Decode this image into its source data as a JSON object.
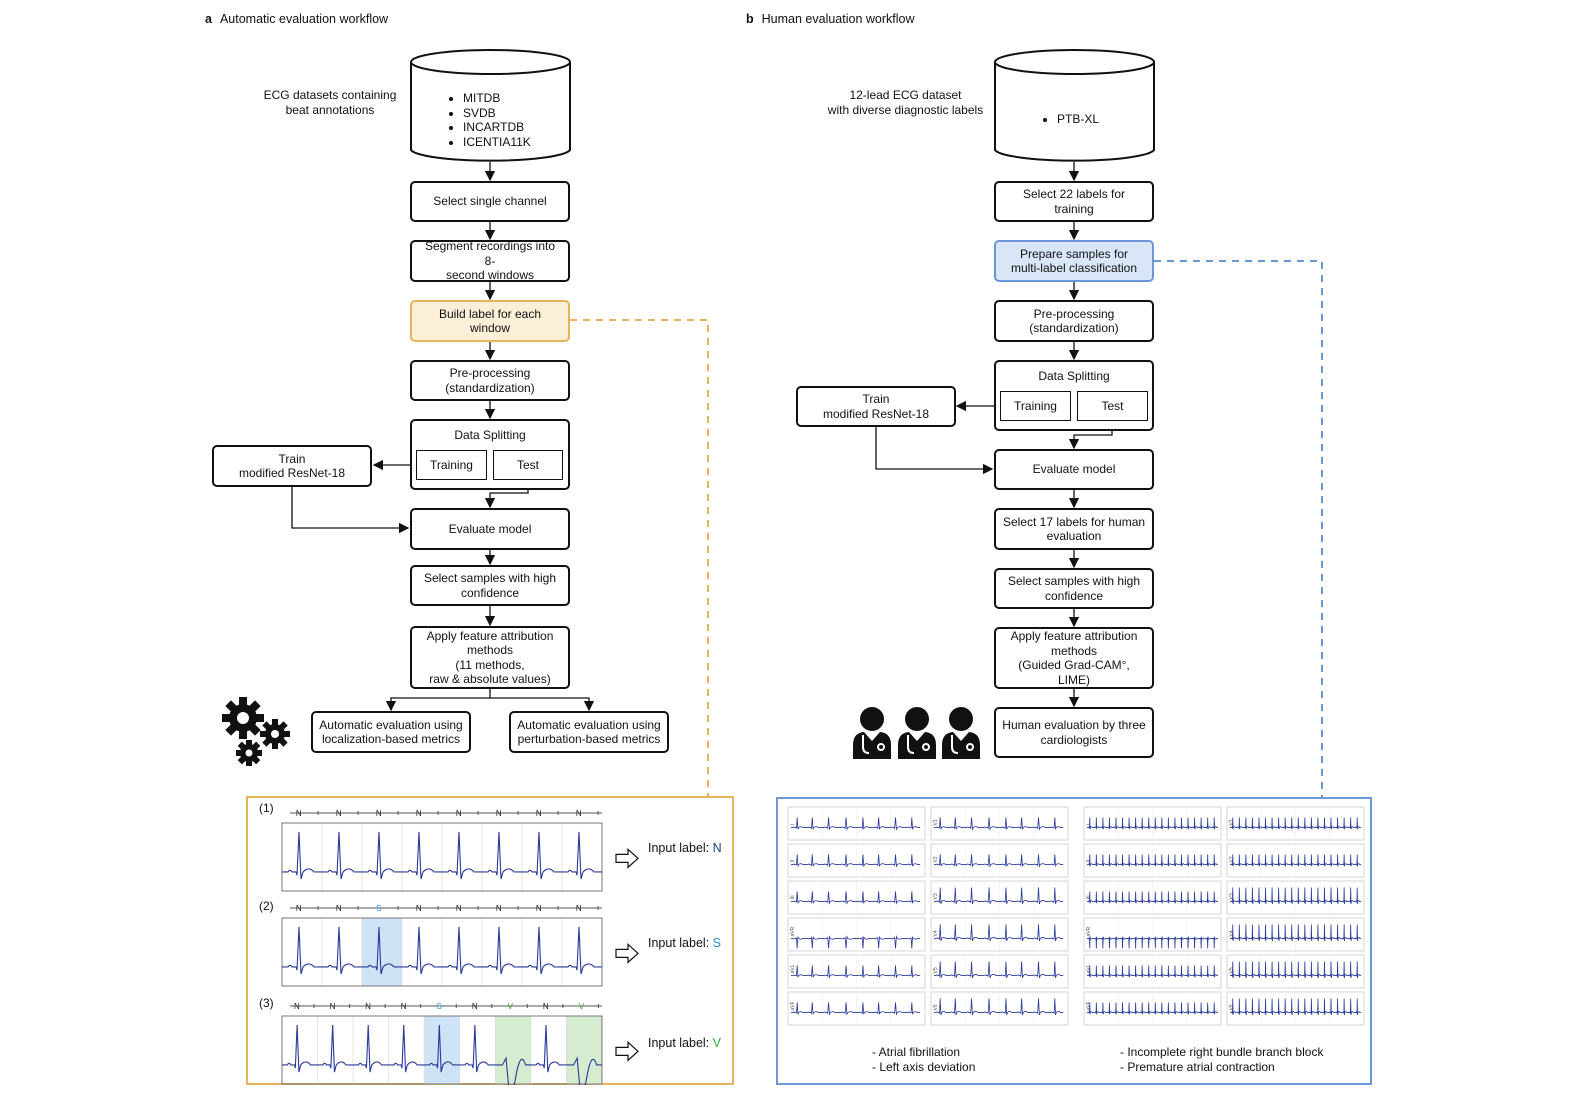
{
  "panel_a": {
    "letter": "a",
    "title": "Automatic evaluation workflow",
    "dataset_caption": "ECG datasets containing\nbeat annotations",
    "datasets": [
      "MITDB",
      "SVDB",
      "INCARTDB",
      "ICENTIA11K"
    ],
    "steps": {
      "select_channel": "Select single channel",
      "segment": "Segment recordings into 8-\nsecond windows",
      "build_label": "Build label for each window",
      "preprocess": "Pre-processing\n(standardization)",
      "data_splitting": "Data Splitting",
      "training": "Training",
      "test": "Test",
      "train_model": "Train\nmodified ResNet-18",
      "evaluate": "Evaluate model",
      "select_samples": "Select samples with high\nconfidence",
      "apply_attribution": "Apply feature attribution\nmethods\n(11 methods,\nraw & absolute values)",
      "auto_localization": "Automatic evaluation using\nlocalization-based metrics",
      "auto_perturbation": "Automatic evaluation using\nperturbation-based metrics"
    },
    "examples": [
      {
        "index": "(1)",
        "input_prefix": "Input label: ",
        "label": "N",
        "label_color": "#1f3a8f",
        "beats": [
          "N",
          "N",
          "N",
          "N",
          "N",
          "N",
          "N",
          "N"
        ]
      },
      {
        "index": "(2)",
        "input_prefix": "Input label: ",
        "label": "S",
        "label_color": "#2d8fd6",
        "beats": [
          "N",
          "N",
          "S",
          "N",
          "N",
          "N",
          "N",
          "N"
        ]
      },
      {
        "index": "(3)",
        "input_prefix": "Input label: ",
        "label": "V",
        "label_color": "#3aa83a",
        "beats": [
          "N",
          "N",
          "N",
          "N",
          "S",
          "N",
          "V",
          "N",
          "V"
        ]
      }
    ]
  },
  "panel_b": {
    "letter": "b",
    "title": "Human evaluation workflow",
    "dataset_caption": "12-lead ECG dataset\nwith diverse diagnostic labels",
    "datasets": [
      "PTB-XL"
    ],
    "steps": {
      "select_labels": "Select 22 labels for training",
      "prepare": "Prepare samples for\nmulti-label classification",
      "preprocess": "Pre-processing\n(standardization)",
      "data_splitting": "Data Splitting",
      "training": "Training",
      "test": "Test",
      "train_model": "Train\nmodified ResNet-18",
      "evaluate": "Evaluate model",
      "select_17": "Select 17 labels for human\nevaluation",
      "select_samples": "Select samples with high\nconfidence",
      "apply_attribution": "Apply feature attribution\nmethods\n(Guided Grad-CAM°, LIME)",
      "human_eval": "Human evaluation by three\ncardiologists"
    },
    "leads_left": [
      "I",
      "II",
      "III",
      "aVR",
      "aVL",
      "aVF"
    ],
    "leads_right": [
      "V1",
      "V2",
      "V3",
      "V4",
      "V5",
      "V6"
    ],
    "legend_left": [
      "-  Atrial fibrillation",
      "-  Left axis deviation"
    ],
    "legend_right": [
      "-  Incomplete right bundle branch block",
      "-  Premature atrial contraction"
    ]
  },
  "colors": {
    "orange_accent": "#e7b35b",
    "blue_accent": "#6b97d6",
    "ecg_trace": "#2a3a9a",
    "s_highlight": "#cfe3f6",
    "v_highlight": "#d6ecd0"
  },
  "icons": {
    "gears": "gears-icon",
    "doctors": "doctor-icon"
  }
}
